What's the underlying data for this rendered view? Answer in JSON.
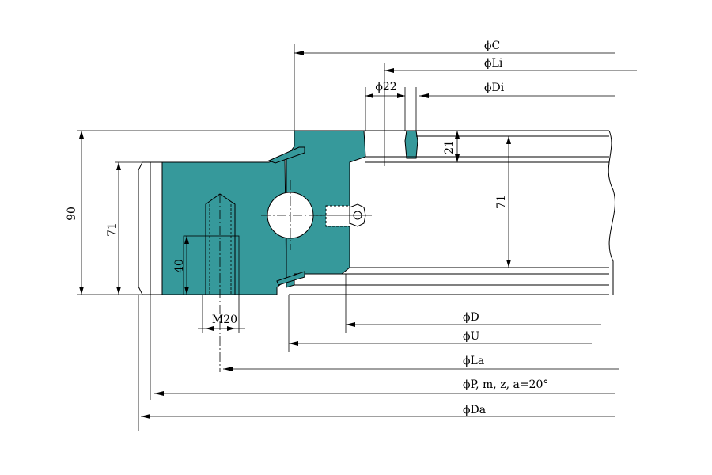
{
  "colors": {
    "section_fill": "#36999b",
    "line": "#000000",
    "background": "#ffffff"
  },
  "dimensions": {
    "C": "ϕC",
    "Li": "ϕLi",
    "Di": "ϕDi",
    "bolt_hole_22": "ϕ22",
    "h_21": "21",
    "h_71_inner": "71",
    "h_90": "90",
    "h_71_outer": "71",
    "depth_40": "40",
    "thread_M20": "M20",
    "D": "ϕD",
    "U": "ϕU",
    "La": "ϕLa",
    "P": "ϕP, m, z, a=20°",
    "Da": "ϕDa"
  }
}
